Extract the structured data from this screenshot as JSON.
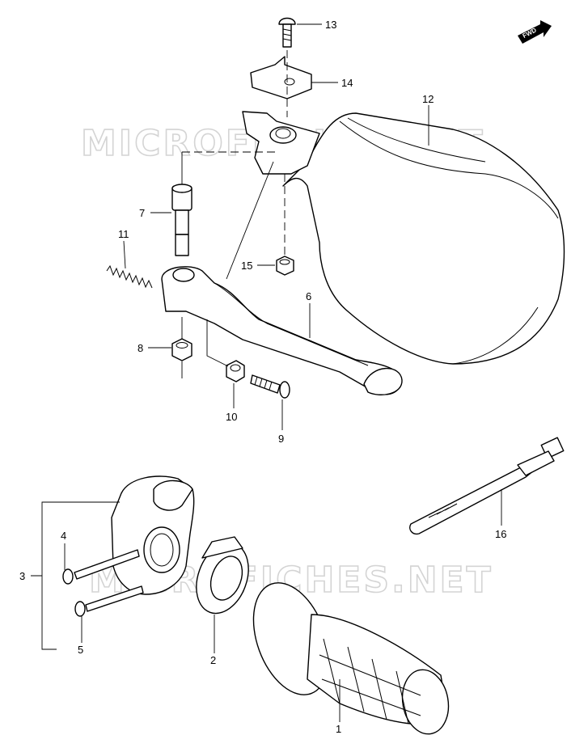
{
  "watermark": {
    "top": "MICROFICHES.NET",
    "bottom": "MICROFICHES.NET"
  },
  "direction_badge": "FWD",
  "callouts": {
    "p1": "1",
    "p2": "2",
    "p3": "3",
    "p4": "4",
    "p5": "5",
    "p6": "6",
    "p7": "7",
    "p8": "8",
    "p9": "9",
    "p10": "10",
    "p11": "11",
    "p12": "12",
    "p13": "13",
    "p14": "14",
    "p15": "15",
    "p16": "16"
  }
}
